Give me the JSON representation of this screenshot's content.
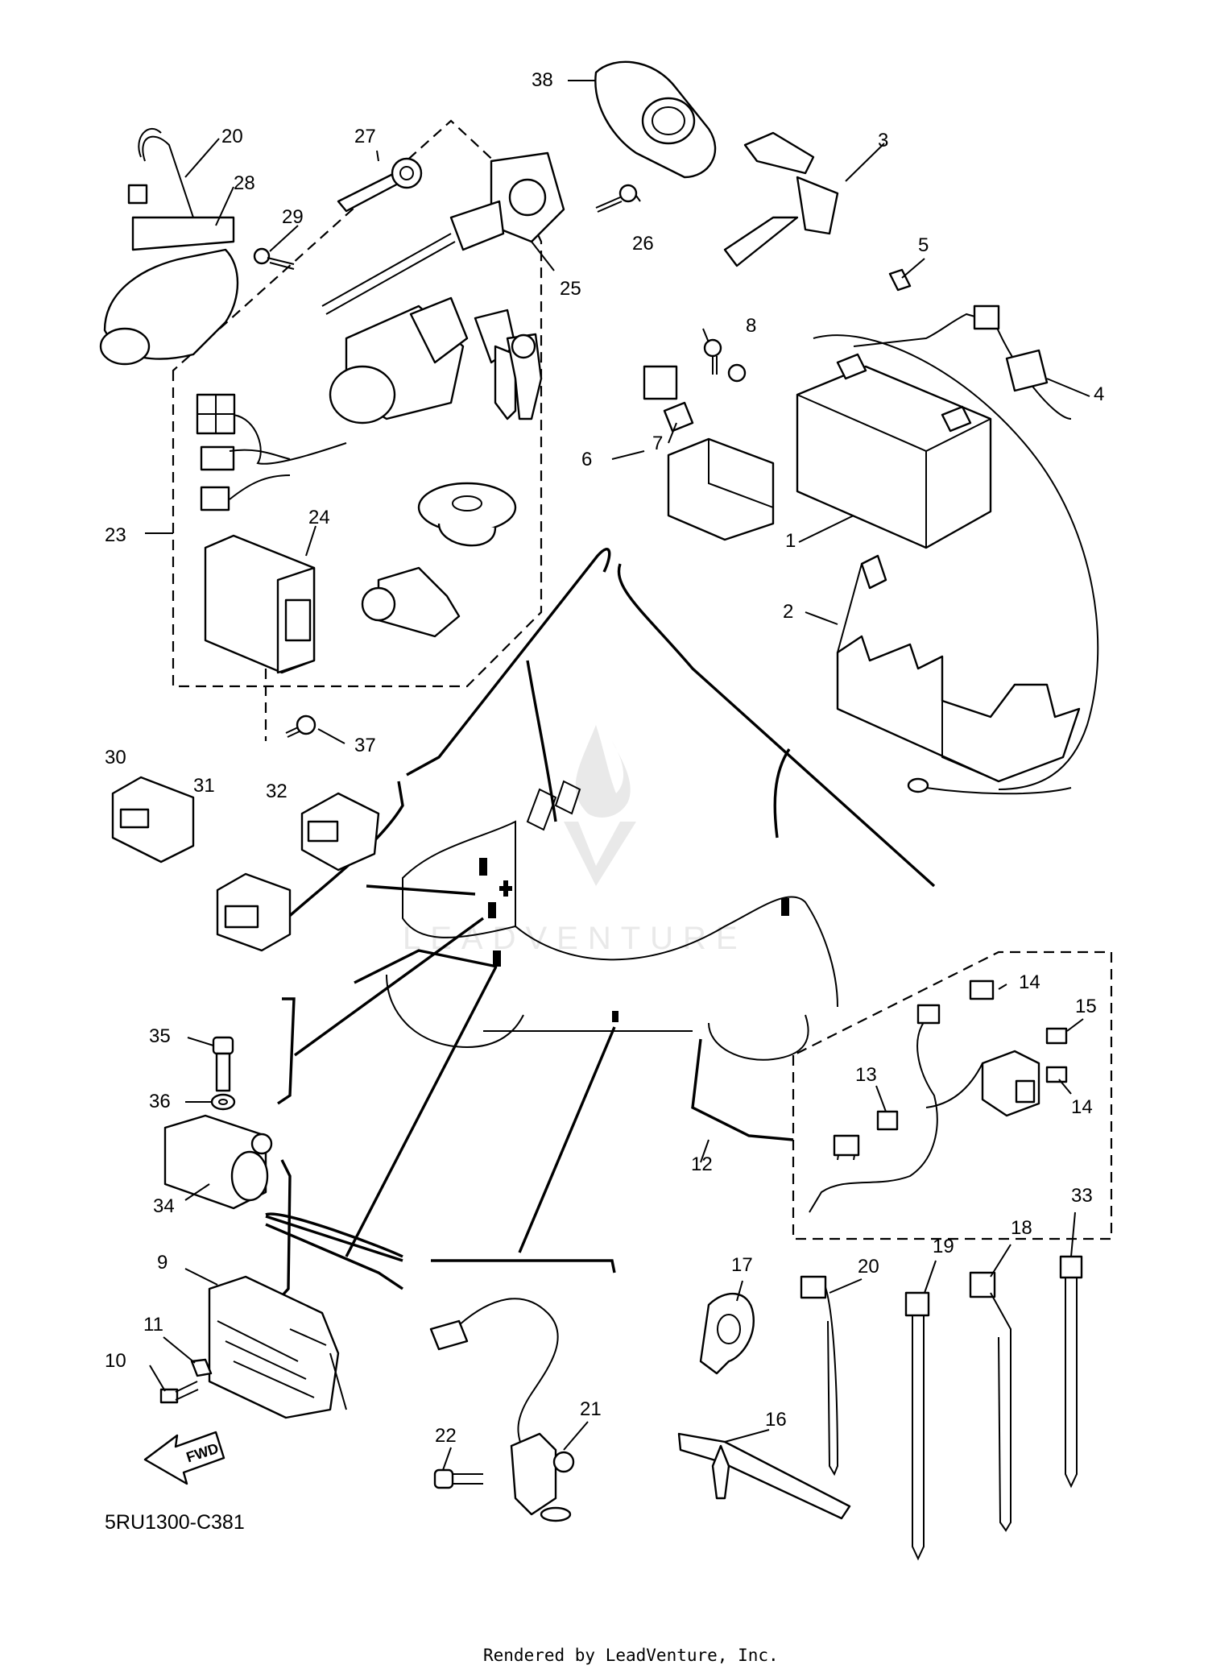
{
  "diagram": {
    "labels": [
      {
        "id": "38",
        "text": "38"
      },
      {
        "id": "20a",
        "text": "20"
      },
      {
        "id": "27",
        "text": "27"
      },
      {
        "id": "3",
        "text": "3"
      },
      {
        "id": "28",
        "text": "28"
      },
      {
        "id": "29",
        "text": "29"
      },
      {
        "id": "26",
        "text": "26"
      },
      {
        "id": "25",
        "text": "25"
      },
      {
        "id": "5",
        "text": "5"
      },
      {
        "id": "8",
        "text": "8"
      },
      {
        "id": "4",
        "text": "4"
      },
      {
        "id": "7",
        "text": "7"
      },
      {
        "id": "6",
        "text": "6"
      },
      {
        "id": "1",
        "text": "1"
      },
      {
        "id": "23",
        "text": "23"
      },
      {
        "id": "24",
        "text": "24"
      },
      {
        "id": "2",
        "text": "2"
      },
      {
        "id": "37",
        "text": "37"
      },
      {
        "id": "30",
        "text": "30"
      },
      {
        "id": "31",
        "text": "31"
      },
      {
        "id": "32",
        "text": "32"
      },
      {
        "id": "14a",
        "text": "14"
      },
      {
        "id": "15",
        "text": "15"
      },
      {
        "id": "35",
        "text": "35"
      },
      {
        "id": "13",
        "text": "13"
      },
      {
        "id": "14b",
        "text": "14"
      },
      {
        "id": "36",
        "text": "36"
      },
      {
        "id": "12",
        "text": "12"
      },
      {
        "id": "34",
        "text": "34"
      },
      {
        "id": "33",
        "text": "33"
      },
      {
        "id": "18",
        "text": "18"
      },
      {
        "id": "19",
        "text": "19"
      },
      {
        "id": "9",
        "text": "9"
      },
      {
        "id": "17",
        "text": "17"
      },
      {
        "id": "20b",
        "text": "20"
      },
      {
        "id": "11",
        "text": "11"
      },
      {
        "id": "10",
        "text": "10"
      },
      {
        "id": "16",
        "text": "16"
      },
      {
        "id": "21",
        "text": "21"
      },
      {
        "id": "22",
        "text": "22"
      }
    ],
    "fwd_arrow_text": "FWD",
    "diagram_code": "5RU1300-C381",
    "footer": "Rendered by LeadVenture, Inc.",
    "watermark_text": "LEADVENTURE"
  }
}
